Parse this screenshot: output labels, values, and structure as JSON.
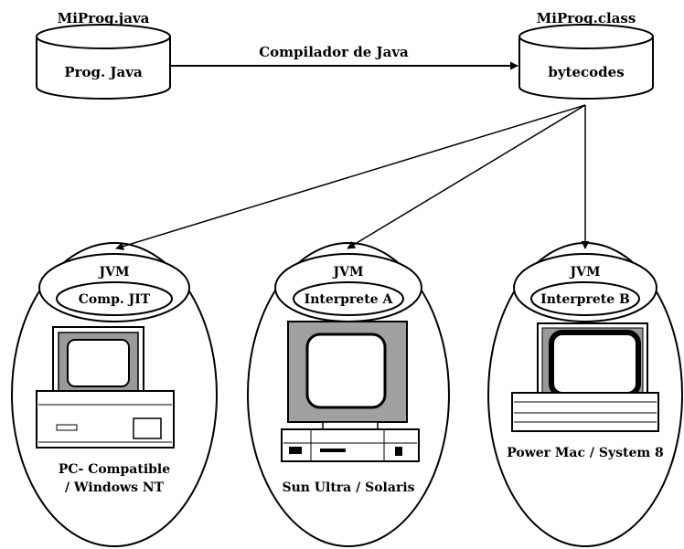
{
  "source": {
    "filename": "MiProg.java",
    "label": "Prog. Java"
  },
  "target": {
    "filename": "MiProg.class",
    "label": "bytecodes"
  },
  "compile_arrow_label": "Compilador de Java",
  "platforms": [
    {
      "jvm": "JVM",
      "engine": "Comp. JIT",
      "name_lines": [
        "PC- Compatible",
        "/ Windows NT"
      ]
    },
    {
      "jvm": "JVM",
      "engine": "Interprete A",
      "name_lines": [
        "Sun Ultra / Solaris"
      ]
    },
    {
      "jvm": "JVM",
      "engine": "Interprete B",
      "name_lines": [
        "Power Mac / System 8"
      ]
    }
  ]
}
